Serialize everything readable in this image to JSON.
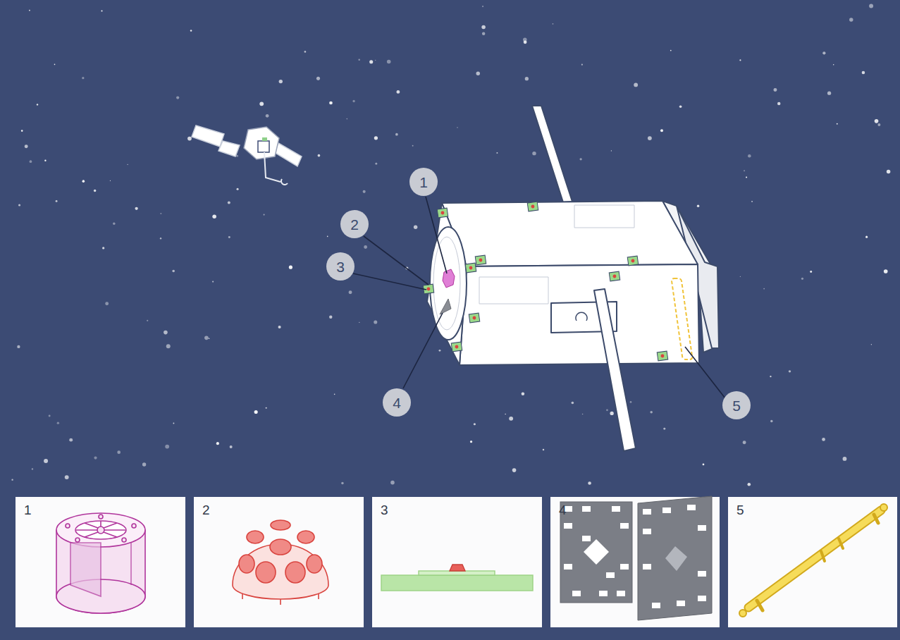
{
  "diagram": {
    "nodes": [
      {
        "text": [
          "1"
        ]
      },
      {
        "text": [
          "2"
        ]
      },
      {
        "text": [
          "3"
        ]
      },
      {
        "text": [
          "4"
        ]
      },
      {
        "text": [
          "5"
        ]
      },
      {
        "text": [
          "1"
        ]
      },
      {
        "text": [
          "2"
        ]
      },
      {
        "text": [
          "3"
        ]
      },
      {
        "text": [
          "4"
        ]
      },
      {
        "text": [
          "5"
        ]
      }
    ]
  }
}
